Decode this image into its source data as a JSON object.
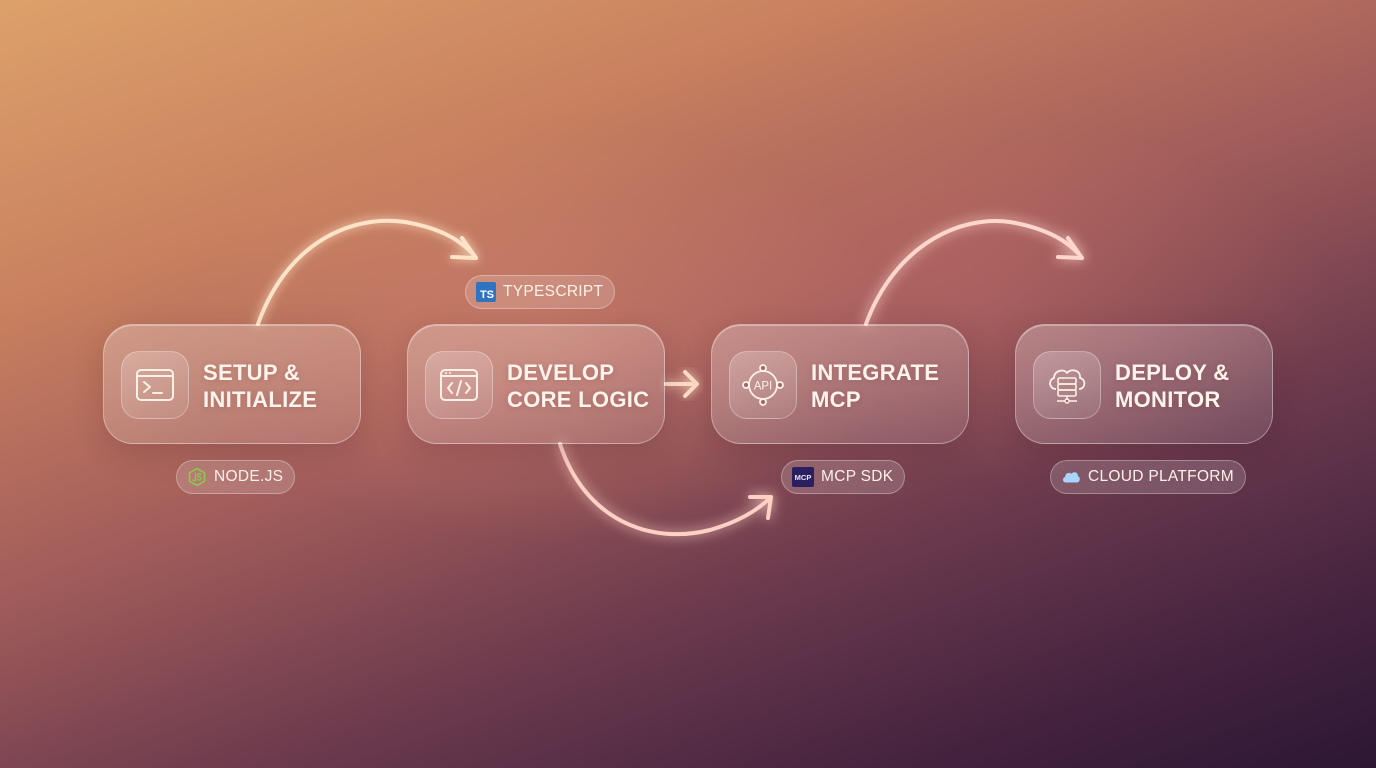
{
  "steps": [
    {
      "title_line1": "SETUP &",
      "title_line2": "INITIALIZE",
      "icon": "terminal-icon"
    },
    {
      "title_line1": "DEVELOP",
      "title_line2": "CORE LOGIC",
      "icon": "code-window-icon"
    },
    {
      "title_line1": "INTEGRATE",
      "title_line2": "MCP",
      "icon": "api-icon"
    },
    {
      "title_line1": "DEPLOY &",
      "title_line2": "MONITOR",
      "icon": "cloud-server-icon"
    }
  ],
  "tech": {
    "nodejs": {
      "label": "NODE.JS",
      "icon": "nodejs-icon"
    },
    "typescript": {
      "label": "TYPESCRIPT",
      "badge_text": "TS"
    },
    "mcp_sdk": {
      "label": "MCP SDK",
      "badge_text": "MCP"
    },
    "cloud": {
      "label": "CLOUD PLATFORM",
      "icon": "cloud-icon"
    }
  },
  "api_icon_text": "API",
  "colors": {
    "arrow": "#ffe6cc",
    "arrow_glow": "#ffb08a",
    "arrow_pink": "#ffd2c8",
    "arrow_pink_glow": "#ff8a88",
    "text": "#fff4ec",
    "ts_blue": "#2f74c0",
    "node_green": "#8cc84b",
    "cloud_blue": "#a9d4ff"
  }
}
